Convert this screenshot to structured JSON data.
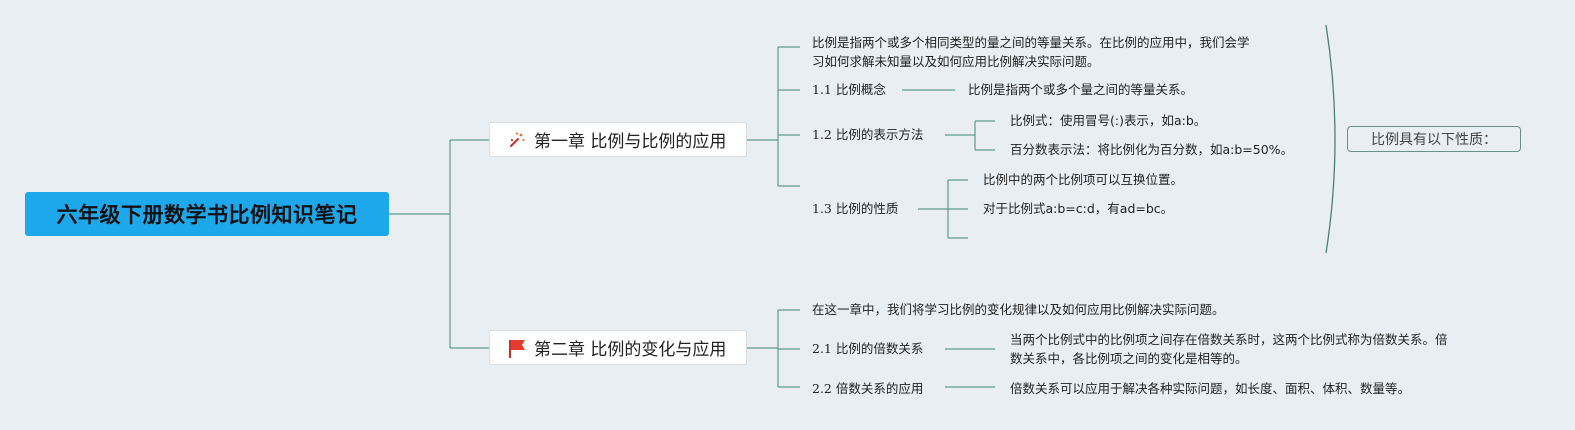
{
  "root": {
    "title": "六年级下册数学书比例知识笔记"
  },
  "chapter1": {
    "title": "第一章 比例与比例的应用",
    "icon": "magic-wand-icon",
    "intro": "比例是指两个或多个相同类型的量之间的等量关系。在比例的应用中，我们会学习如何求解未知量以及如何应用比例解决实际问题。",
    "intro_line1": "比例是指两个或多个相同类型的量之间的等量关系。在比例的应用中，我们会学",
    "intro_line2": "习如何求解未知量以及如何应用比例解决实际问题。",
    "s1": {
      "title": "1.1 比例概念",
      "detail": "比例是指两个或多个量之间的等量关系。"
    },
    "s2": {
      "title": "1.2 比例的表示方法",
      "d1": "比例式：使用冒号(:)表示，如a:b。",
      "d2": "百分数表示法：将比例化为百分数，如a:b=50%。"
    },
    "s3": {
      "title": "1.3 比例的性质",
      "d1": "比例中的两个比例项可以互换位置。",
      "d2": "对于比例式a:b=c:d，有ad=bc。"
    }
  },
  "chapter2": {
    "title": "第二章 比例的变化与应用",
    "icon": "red-flag-icon",
    "intro": "在这一章中，我们将学习比例的变化规律以及如何应用比例解决实际问题。",
    "s1": {
      "title": "2.1 比例的倍数关系",
      "detail_line1": "当两个比例式中的比例项之间存在倍数关系时，这两个比例式称为倍数关系。倍",
      "detail_line2": "数关系中，各比例项之间的变化是相等的。"
    },
    "s2": {
      "title": "2.2 倍数关系的应用",
      "detail": "倍数关系可以应用于解决各种实际问题，如长度、面积、体积、数量等。"
    }
  },
  "summary": {
    "label": "比例具有以下性质："
  },
  "colors": {
    "line": "#5e9a90",
    "root_fill": "#1ea8ec",
    "brace": "#4a7f78"
  }
}
